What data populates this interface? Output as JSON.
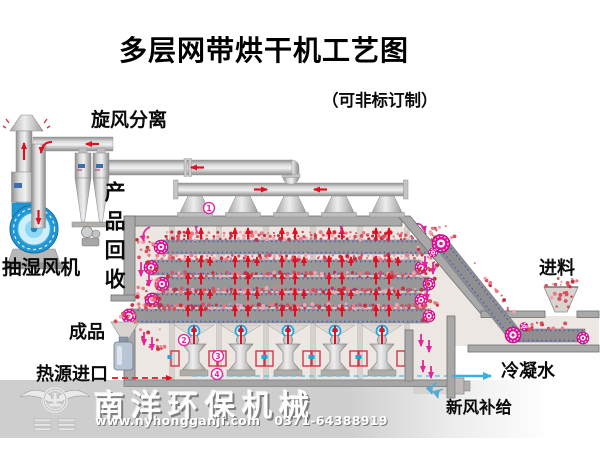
{
  "title": "多层网带烘干机工艺图",
  "subtitle": "（可非标订制）",
  "labels": {
    "cyclone_separator": "旋风分离",
    "product_recovery": "产品回收",
    "exhaust_fan": "抽湿风机",
    "finished_product": "成品",
    "heat_source_inlet": "热源进口",
    "feed_inlet": "进料",
    "condensate_water": "冷凝水",
    "fresh_air_supply": "新风补给"
  },
  "callouts": {
    "c1": "1",
    "c2": "2",
    "c3": "3",
    "c4": "4"
  },
  "watermark": {
    "company": "南洋环保机械",
    "website": "www.nyhongganji.com",
    "phone": "0371-64388919"
  },
  "colors": {
    "arrow_red": "#e01020",
    "arrow_magenta": "#e8229a",
    "roller_magenta": "#e0119b",
    "fan_blue": "#2097d4",
    "condensate_cyan": "#38b0e4",
    "material_pink": "#d8505e",
    "wall_gray": "#a9a9a9",
    "interior": "#ece7e3"
  }
}
